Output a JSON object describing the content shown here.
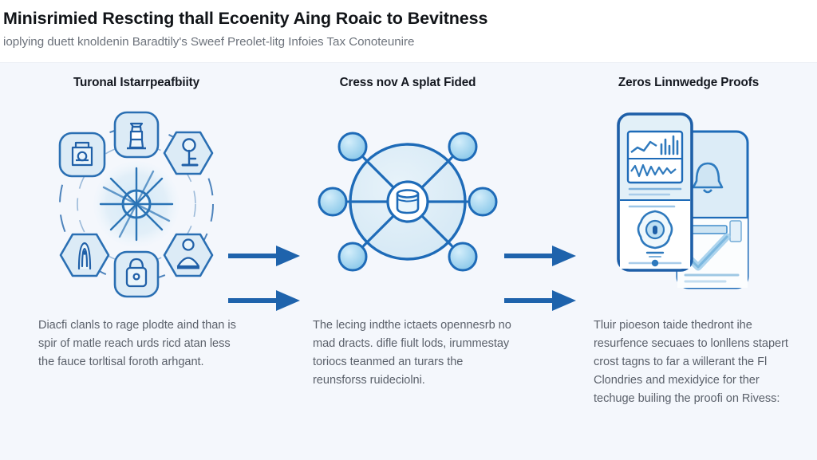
{
  "header": {
    "title": "Minisrimied Rescting thall Ecoenity Aing Roaic to Bevitness",
    "subtitle": "ioplying duett knoldenin Baradtily's Sweef Preolet-litg Infoies Tax Conoteunire"
  },
  "columns": [
    {
      "id": "interoperability",
      "heading": "Turonal Istarrpeafbiity",
      "body": "Diacfi clanls to rage plodte aind than is spir of matle reach urds ricd atan less the fauce torltisal foroth arhgant.",
      "art": {
        "name": "hub-and-spoke-diagram",
        "center_icon": "sunburst-icon",
        "node_count": 6,
        "node_icons": [
          "lighthouse-icon",
          "key-icon",
          "person-shield-icon",
          "padlock-icon",
          "fingerprint-icon",
          "vault-icon"
        ]
      }
    },
    {
      "id": "shared-ledger",
      "heading": "Cress nov A splat Fided",
      "body": "The lecing indthe ictaets opennesrb no mad dracts. difle fiult lods, irummestay toriocs teanmed an turars the reunsforss ruideciolni.",
      "art": {
        "name": "network-wheel-diagram",
        "center_icon": "database-icon",
        "node_count": 6
      }
    },
    {
      "id": "zero-knowledge-proofs",
      "heading": "Zeros Linnwedge Proofs",
      "body": "Tluir pioeson taide thedront ihe resurfence secuaes to lonllens stapert crost tagns to far a willerant the Fl Clondries and mexidyice for ther techuge builing the proofi on Rivess:",
      "art": {
        "name": "mobile-dashboard-mockup",
        "icons": [
          "bar-chart-icon",
          "line-chart-icon",
          "shield-lock-icon",
          "bell-icon",
          "checkmark-icon"
        ]
      }
    }
  ],
  "arrow_groups": [
    {
      "name": "flow-arrows-step-1-to-2",
      "count": 2
    },
    {
      "name": "flow-arrows-step-2-to-3",
      "count": 2
    }
  ],
  "colors": {
    "page_background": "#ffffff",
    "panel_background": "#f4f7fc",
    "accent_blue": "#1e63ac",
    "stroke_blue": "#1e6bb8",
    "node_fill": "#a9d9f1",
    "tile_fill": "#dcebf6",
    "title_text": "#111418",
    "body_text": "#5b616b"
  }
}
